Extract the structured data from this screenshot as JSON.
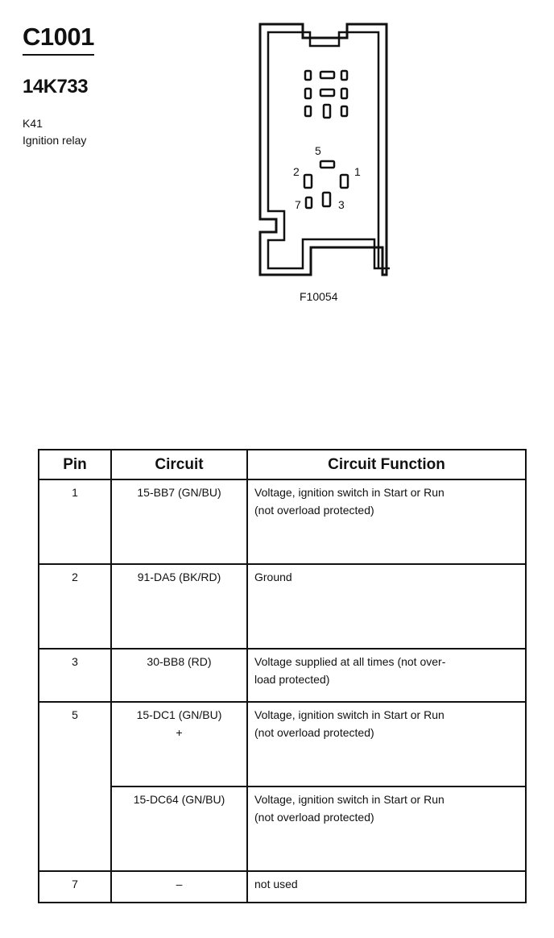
{
  "header": {
    "connector": "C1001",
    "part_number": "14K733",
    "component_code": "K41",
    "component_desc": "Ignition relay"
  },
  "diagram": {
    "figure_id": "F10054",
    "pin_labels": {
      "p1": "1",
      "p2": "2",
      "p3": "3",
      "p5": "5",
      "p7": "7"
    }
  },
  "table": {
    "headers": {
      "pin": "Pin",
      "circuit": "Circuit",
      "function": "Circuit Function"
    },
    "rows": [
      {
        "pin": "1",
        "circuit": "15-BB7 (GN/BU)",
        "function_lines": [
          "Voltage, ignition switch in Start or Run",
          "(not overload protected)"
        ]
      },
      {
        "pin": "2",
        "circuit": "91-DA5 (BK/RD)",
        "function_lines": [
          "Ground",
          ""
        ]
      },
      {
        "pin": "3",
        "circuit": "30-BB8 (RD)",
        "function_lines": [
          "Voltage supplied at all times (not over-",
          "load protected)"
        ]
      },
      {
        "pin": "5",
        "circuit": "15-DC1 (GN/BU)",
        "circuit_sub": "+",
        "function_lines": [
          "Voltage, ignition switch in Start or Run",
          "(not overload protected)"
        ]
      },
      {
        "pin": "",
        "circuit": "15-DC64 (GN/BU)",
        "function_lines": [
          "Voltage, ignition switch in Start or Run",
          "(not overload protected)"
        ]
      },
      {
        "pin": "7",
        "circuit": "–",
        "function_lines": [
          "not used",
          ""
        ]
      }
    ]
  }
}
